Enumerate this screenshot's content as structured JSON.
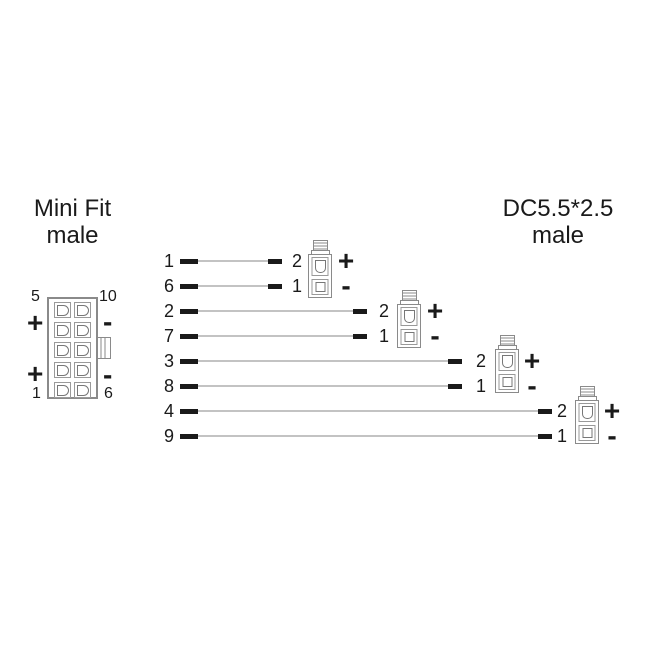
{
  "titles": {
    "left": {
      "line1": "Mini Fit",
      "line2": "male"
    },
    "right": {
      "line1": "DC5.5*2.5",
      "line2": "male"
    }
  },
  "minifit_connector": {
    "corner_labels": {
      "top_left": "5",
      "top_right": "10",
      "bottom_left": "1",
      "bottom_right": "6"
    },
    "polarity_labels": {
      "upper_left": "+",
      "upper_right": "-",
      "lower_left": "+",
      "lower_right": "-"
    },
    "pin_rows": 5,
    "pin_cols": 2
  },
  "wiring": {
    "rows": [
      {
        "minifit_pin": "1",
        "dc_pin": "2",
        "polarity": "+"
      },
      {
        "minifit_pin": "6",
        "dc_pin": "1",
        "polarity": "-"
      },
      {
        "minifit_pin": "2",
        "dc_pin": "2",
        "polarity": "+"
      },
      {
        "minifit_pin": "7",
        "dc_pin": "1",
        "polarity": "-"
      },
      {
        "minifit_pin": "3",
        "dc_pin": "2",
        "polarity": "+"
      },
      {
        "minifit_pin": "8",
        "dc_pin": "1",
        "polarity": "-"
      },
      {
        "minifit_pin": "4",
        "dc_pin": "2",
        "polarity": "+"
      },
      {
        "minifit_pin": "9",
        "dc_pin": "1",
        "polarity": "-"
      }
    ],
    "dc_plug_count": 4
  },
  "colors": {
    "ink": "#1a1a1a",
    "outline": "#8a8a8a",
    "outline-dark": "#777777",
    "wire": "#c3c3c3",
    "bg": "#ffffff"
  }
}
